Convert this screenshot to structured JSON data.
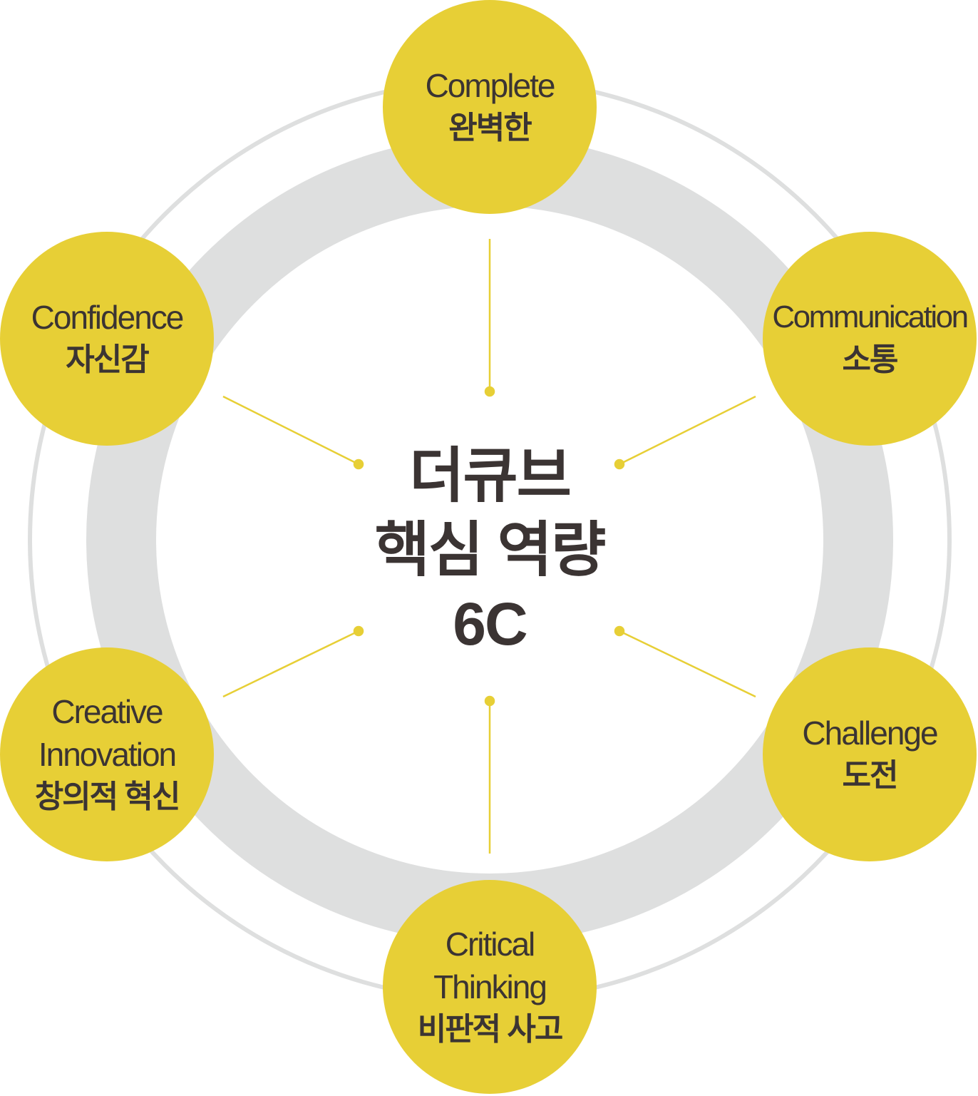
{
  "colors": {
    "node": "#E7CF36",
    "ring": "#DEDFDF",
    "text": "#3B3433",
    "line": "#E7CF36"
  },
  "center": {
    "line1": "더큐브",
    "line2": "핵심 역량",
    "line3": "6C"
  },
  "nodes": [
    {
      "id": "complete",
      "en": "Complete",
      "ko": "완벽한"
    },
    {
      "id": "communication",
      "en": "Communication",
      "ko": "소통"
    },
    {
      "id": "challenge",
      "en": "Challenge",
      "ko": "도전"
    },
    {
      "id": "critical-thinking",
      "en": "Critical",
      "en2": "Thinking",
      "ko": "비판적 사고"
    },
    {
      "id": "creative-innovation",
      "en": "Creative",
      "en2": "Innovation",
      "ko": "창의적 혁신"
    },
    {
      "id": "confidence",
      "en": "Confidence",
      "ko": "자신감"
    }
  ]
}
